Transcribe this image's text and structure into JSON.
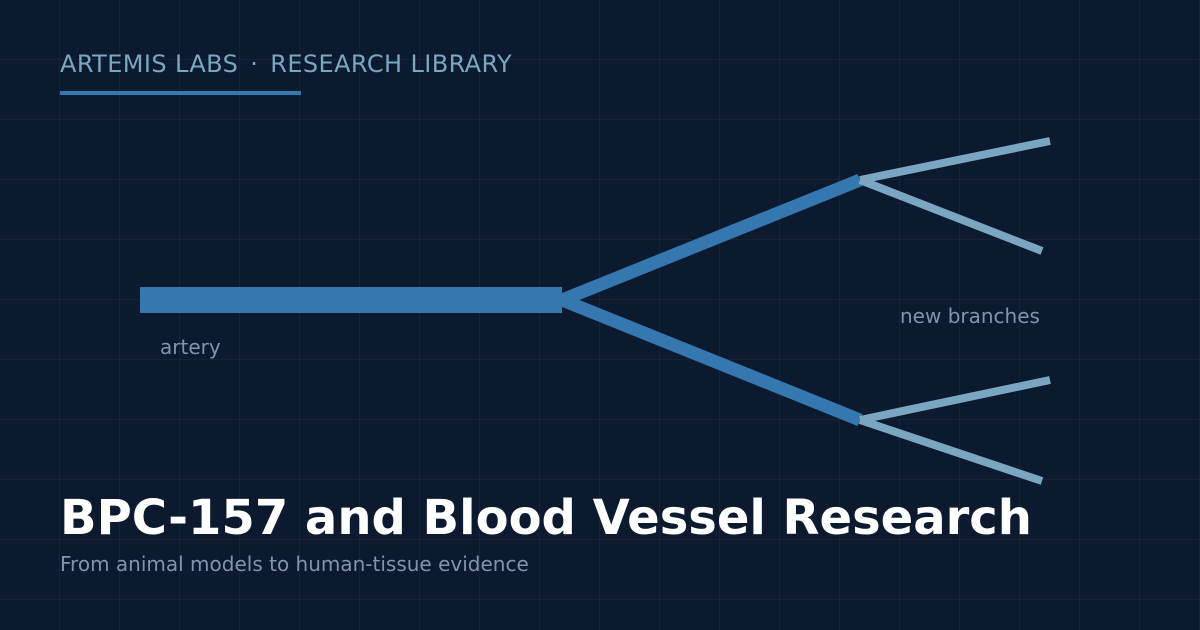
{
  "header": {
    "org": "ARTEMIS LABS",
    "separator": "·",
    "section": "RESEARCH LIBRARY"
  },
  "diagram": {
    "labels": {
      "artery": "artery",
      "branches": "new branches"
    },
    "colors": {
      "vessel": "#3578b0",
      "branch": "#7aa6c2",
      "label": "#7f95ad",
      "accent_rule": "#3578b0"
    }
  },
  "content": {
    "title": "BPC-157 and Blood Vessel Research",
    "subtitle": "From animal models to human-tissue evidence"
  },
  "colors": {
    "background": "#0c1a30",
    "title": "#ffffff"
  }
}
